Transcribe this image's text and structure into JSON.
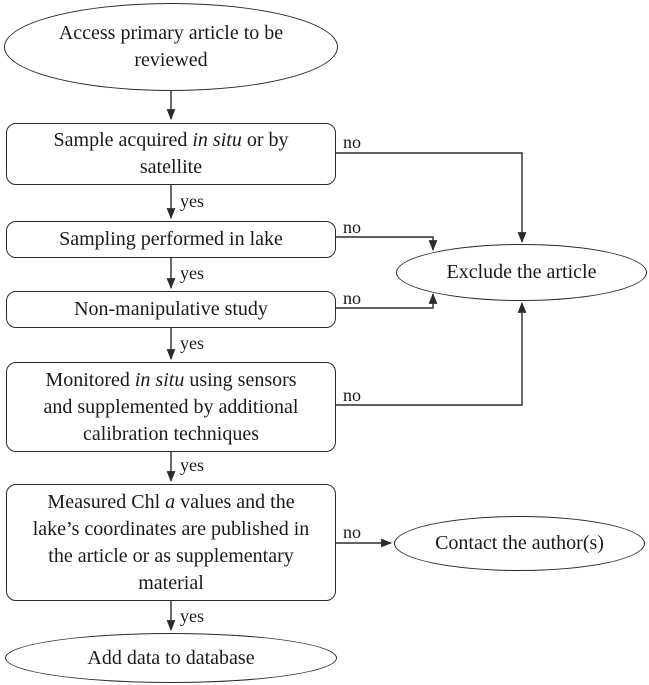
{
  "diagram": {
    "type": "flowchart",
    "background": "#ffffff",
    "stroke_color": "#2b2b2b",
    "text_color": "#1a1a1a"
  },
  "nodes": {
    "access": {
      "shape": "ellipse",
      "lines": [
        {
          "segs": [
            {
              "text": "Access primary article to be"
            }
          ]
        },
        {
          "segs": [
            {
              "text": "reviewed"
            }
          ]
        }
      ]
    },
    "sample": {
      "shape": "box",
      "lines": [
        {
          "segs": [
            {
              "text": "Sample acquired "
            },
            {
              "text": "in situ",
              "italic": true
            },
            {
              "text": " or by"
            }
          ]
        },
        {
          "segs": [
            {
              "text": "satellite"
            }
          ]
        }
      ]
    },
    "sampling": {
      "shape": "box",
      "lines": [
        {
          "segs": [
            {
              "text": "Sampling performed in lake"
            }
          ]
        }
      ]
    },
    "nonmanip": {
      "shape": "box",
      "lines": [
        {
          "segs": [
            {
              "text": "Non-manipulative study"
            }
          ]
        }
      ]
    },
    "monitored": {
      "shape": "box",
      "lines": [
        {
          "segs": [
            {
              "text": "Monitored "
            },
            {
              "text": "in situ",
              "italic": true
            },
            {
              "text": " using sensors"
            }
          ]
        },
        {
          "segs": [
            {
              "text": "and supplemented by additional"
            }
          ]
        },
        {
          "segs": [
            {
              "text": "calibration techniques"
            }
          ]
        }
      ]
    },
    "measured": {
      "shape": "box",
      "lines": [
        {
          "segs": [
            {
              "text": "Measured Chl "
            },
            {
              "text": "a",
              "italic": true
            },
            {
              "text": " values and the"
            }
          ]
        },
        {
          "segs": [
            {
              "text": "lake’s coordinates are published in"
            }
          ]
        },
        {
          "segs": [
            {
              "text": "the article or as supplementary"
            }
          ]
        },
        {
          "segs": [
            {
              "text": "material"
            }
          ]
        }
      ]
    },
    "add_data": {
      "shape": "ellipse",
      "lines": [
        {
          "segs": [
            {
              "text": "Add data to database"
            }
          ]
        }
      ]
    },
    "exclude": {
      "shape": "ellipse",
      "lines": [
        {
          "segs": [
            {
              "text": "Exclude the article"
            }
          ]
        }
      ]
    },
    "contact": {
      "shape": "ellipse",
      "lines": [
        {
          "segs": [
            {
              "text": "Contact the author(s)"
            }
          ]
        }
      ]
    }
  },
  "edges": {
    "sample_yes": {
      "from": "sample",
      "to": "sampling",
      "label": "yes"
    },
    "sampling_yes": {
      "from": "sampling",
      "to": "nonmanip",
      "label": "yes"
    },
    "nonmanip_yes": {
      "from": "nonmanip",
      "to": "monitored",
      "label": "yes"
    },
    "monitored_yes": {
      "from": "monitored",
      "to": "measured",
      "label": "yes"
    },
    "measured_yes": {
      "from": "measured",
      "to": "add_data",
      "label": "yes"
    },
    "sample_no": {
      "from": "sample",
      "to": "exclude",
      "label": "no"
    },
    "sampling_no": {
      "from": "sampling",
      "to": "exclude",
      "label": "no"
    },
    "nonmanip_no": {
      "from": "nonmanip",
      "to": "exclude",
      "label": "no"
    },
    "monitored_no": {
      "from": "monitored",
      "to": "exclude",
      "label": "no"
    },
    "measured_no": {
      "from": "measured",
      "to": "contact",
      "label": "no"
    },
    "access_start": {
      "from": "access",
      "to": "sample",
      "label": ""
    }
  }
}
